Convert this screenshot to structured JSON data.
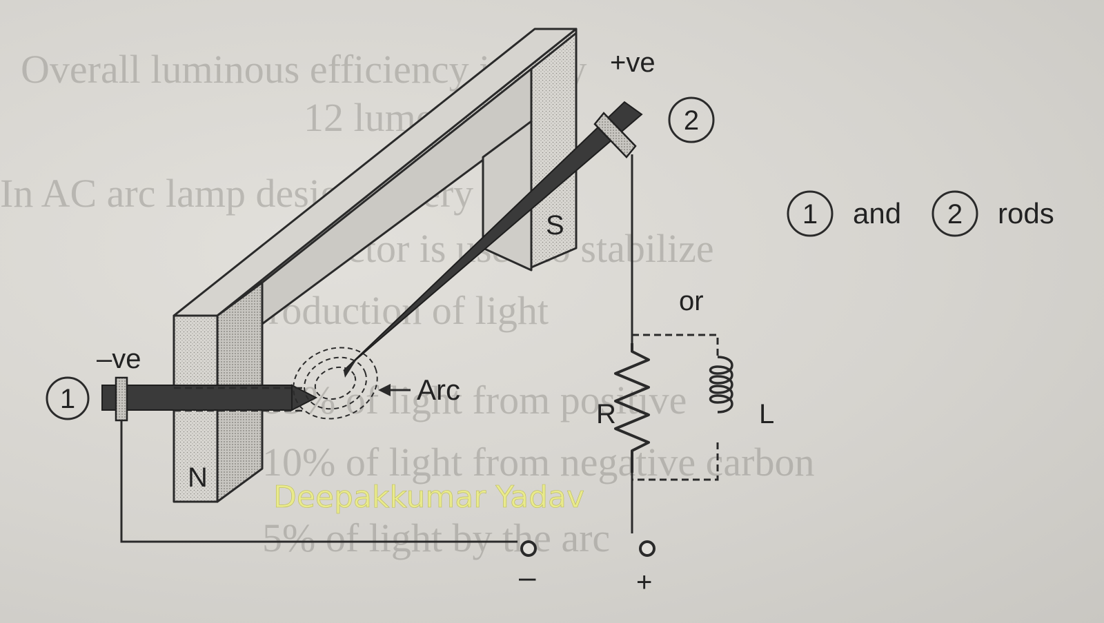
{
  "labels": {
    "pos_top": "+ve",
    "neg": "–ve",
    "rod1_num": "1",
    "rod2_num": "2",
    "legend_num1": "1",
    "legend_and": "and",
    "legend_num2": "2",
    "legend_rods": "rods",
    "south": "S",
    "north": "N",
    "arc": "Arc",
    "or": "or",
    "resistor": "R",
    "inductor": "L",
    "minus_terminal": "–",
    "plus_terminal": "+"
  },
  "watermark": "Deepakkumar Yadav",
  "colors": {
    "magnet_fill": "#cfcdc8",
    "rod": "#3a3a3a",
    "line": "#2a2a2a",
    "watermark": "#e9ea8c"
  }
}
